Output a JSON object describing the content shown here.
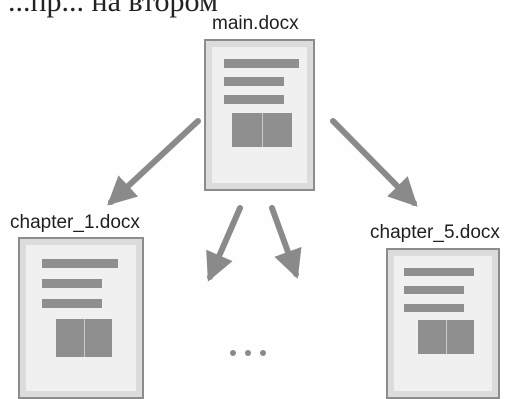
{
  "fragment": "...пр... на втором",
  "files": {
    "main": "main.docx",
    "chapter_1": "chapter_1.docx",
    "chapter_5": "chapter_5.docx"
  },
  "ellipsis": "• • •",
  "colors": {
    "arrow": "#8a8a8a",
    "document_border": "#8c8c8c",
    "document_fill": "#f0f0f0",
    "text_block": "#8f8f8f"
  }
}
